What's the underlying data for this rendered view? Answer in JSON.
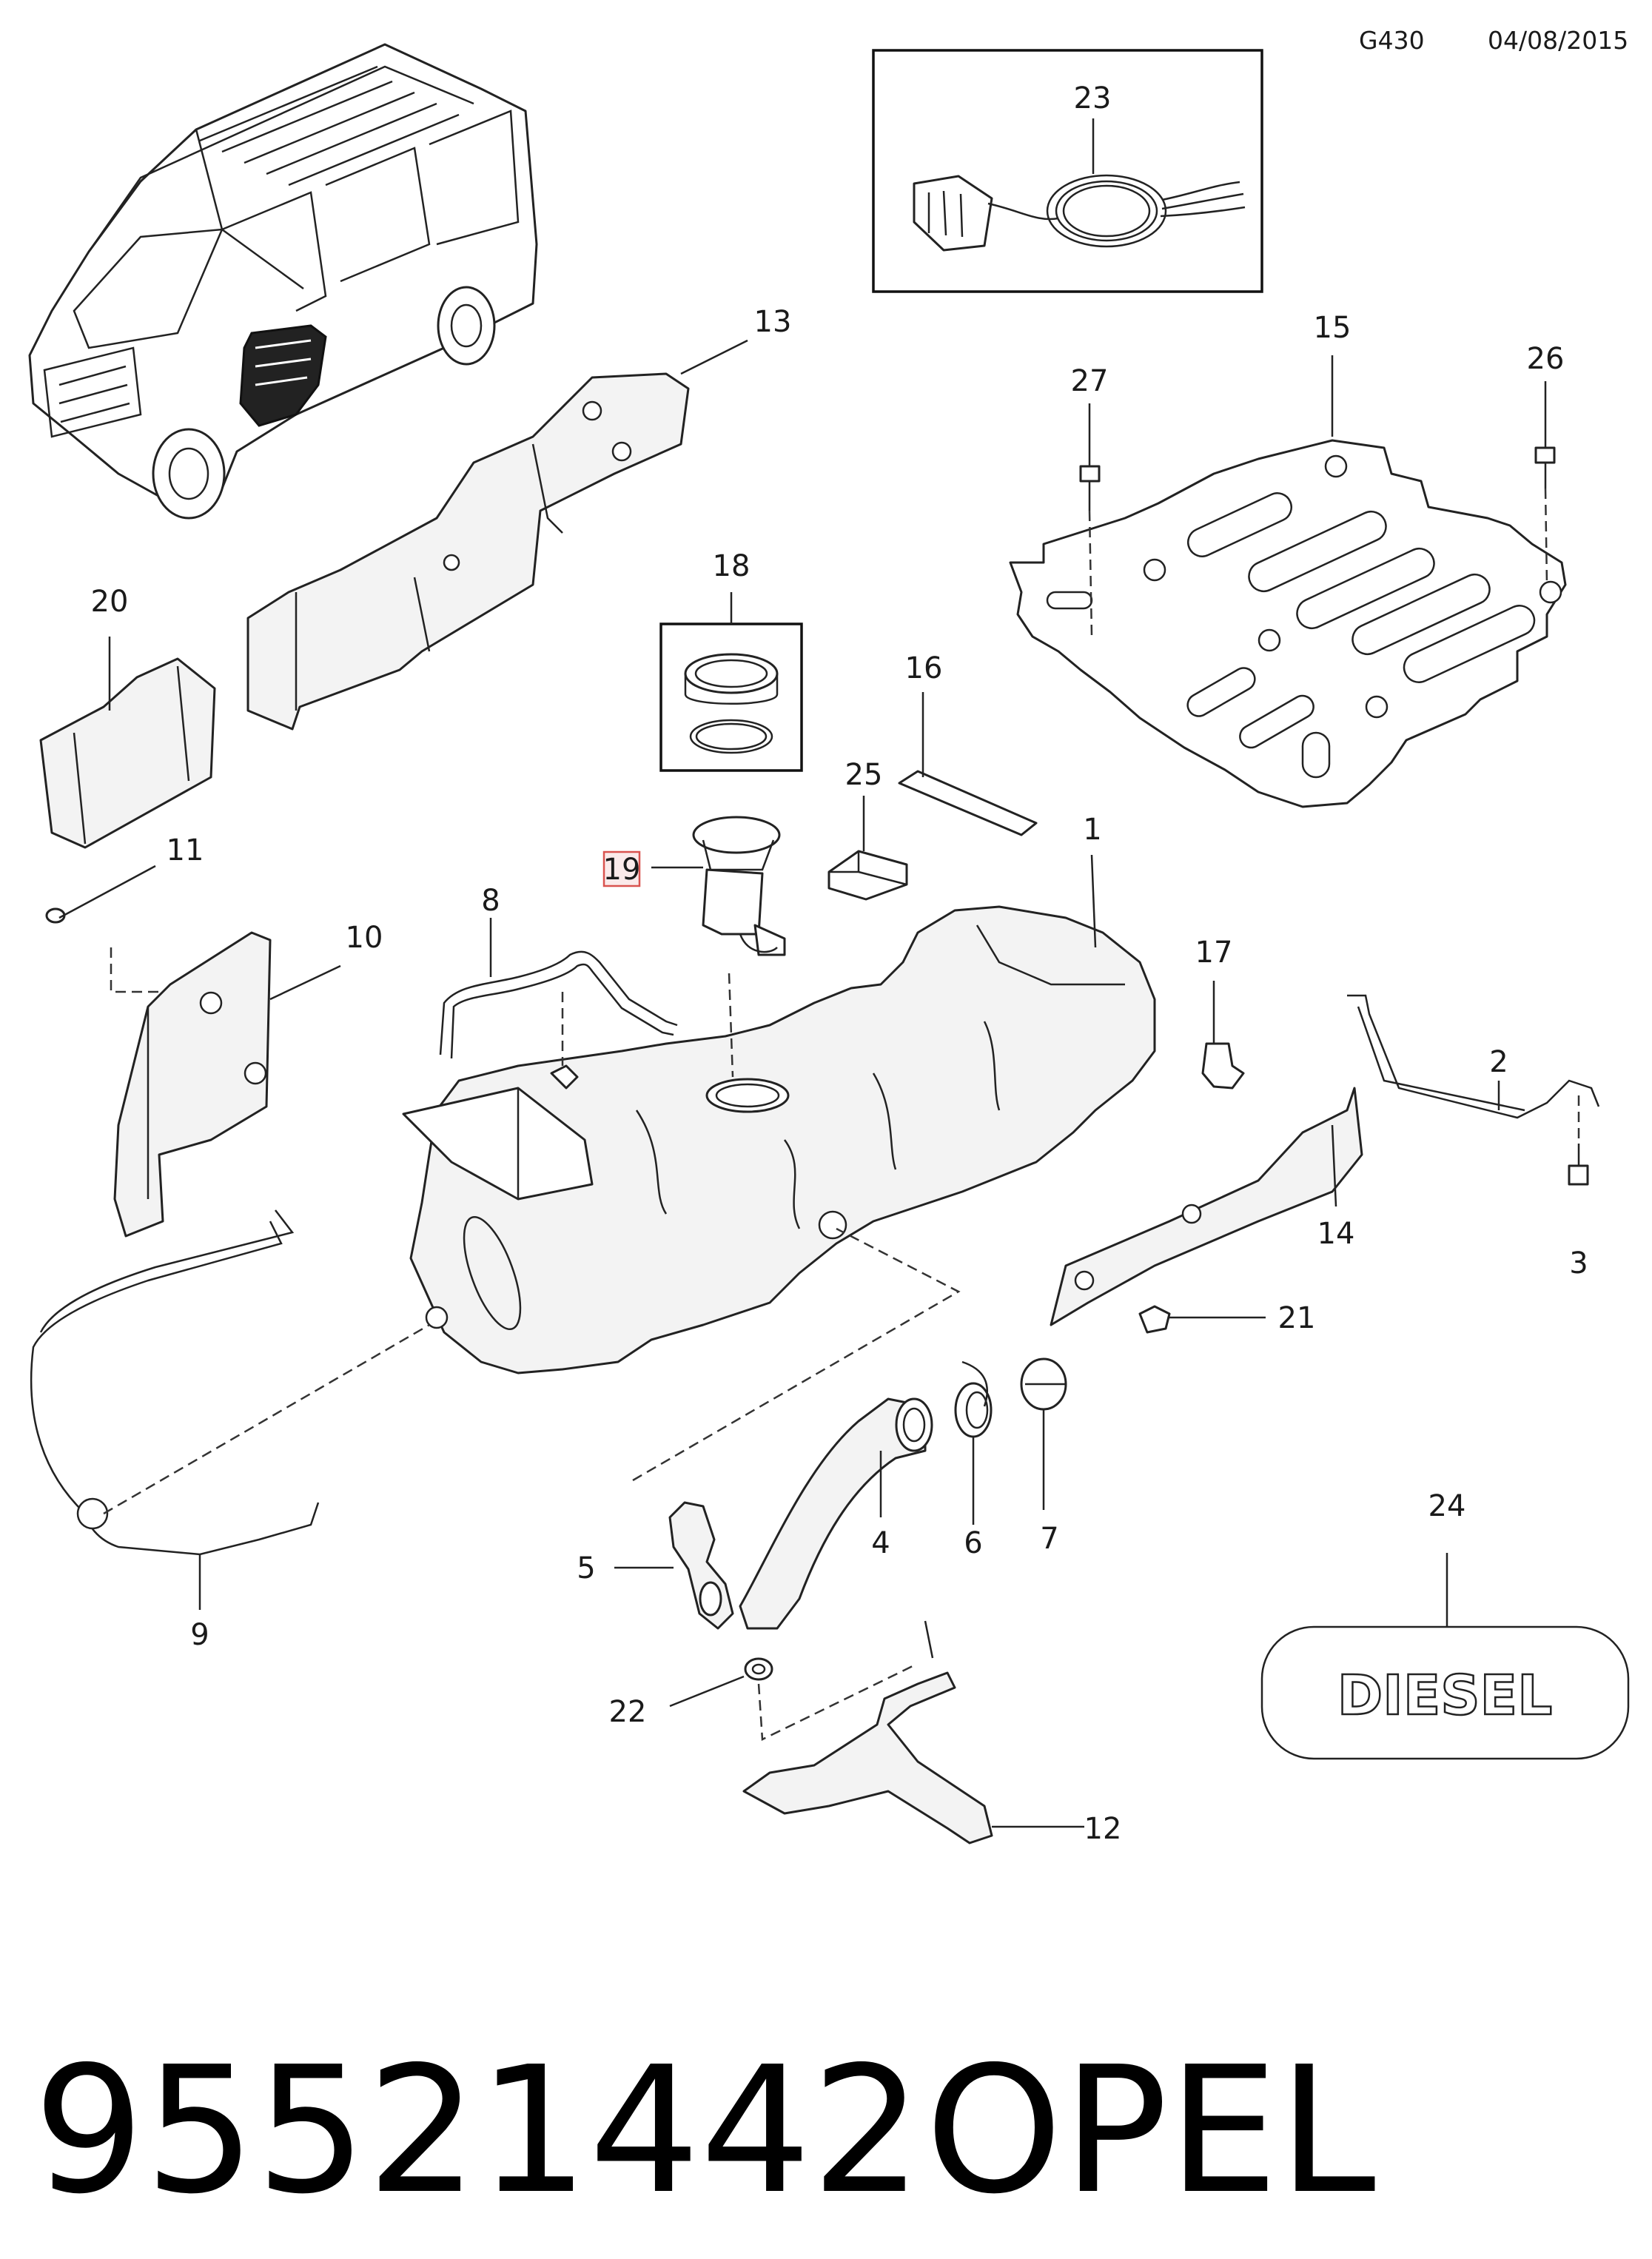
{
  "header": {
    "code": "G430",
    "date": "04/08/2015"
  },
  "callouts": [
    {
      "id": "1",
      "text": "1"
    },
    {
      "id": "2",
      "text": "2"
    },
    {
      "id": "3",
      "text": "3"
    },
    {
      "id": "4",
      "text": "4"
    },
    {
      "id": "5",
      "text": "5"
    },
    {
      "id": "6",
      "text": "6"
    },
    {
      "id": "7",
      "text": "7"
    },
    {
      "id": "8",
      "text": "8"
    },
    {
      "id": "9",
      "text": "9"
    },
    {
      "id": "10",
      "text": "10"
    },
    {
      "id": "11",
      "text": "11"
    },
    {
      "id": "12",
      "text": "12"
    },
    {
      "id": "13",
      "text": "13"
    },
    {
      "id": "14",
      "text": "14"
    },
    {
      "id": "15",
      "text": "15"
    },
    {
      "id": "16",
      "text": "16"
    },
    {
      "id": "17",
      "text": "17"
    },
    {
      "id": "18",
      "text": "18"
    },
    {
      "id": "19",
      "text": "19",
      "highlighted": true
    },
    {
      "id": "20",
      "text": "20"
    },
    {
      "id": "21",
      "text": "21"
    },
    {
      "id": "22",
      "text": "22"
    },
    {
      "id": "23",
      "text": "23"
    },
    {
      "id": "24",
      "text": "24"
    },
    {
      "id": "25",
      "text": "25"
    },
    {
      "id": "26",
      "text": "26"
    },
    {
      "id": "27",
      "text": "27"
    }
  ],
  "decal_text": "DIESEL",
  "footer": {
    "part_number": "95521442",
    "brand": "OPEL"
  },
  "colors": {
    "line": "#222222",
    "highlight_box": "#d9534f",
    "highlight_fill": "#fbeaea"
  }
}
